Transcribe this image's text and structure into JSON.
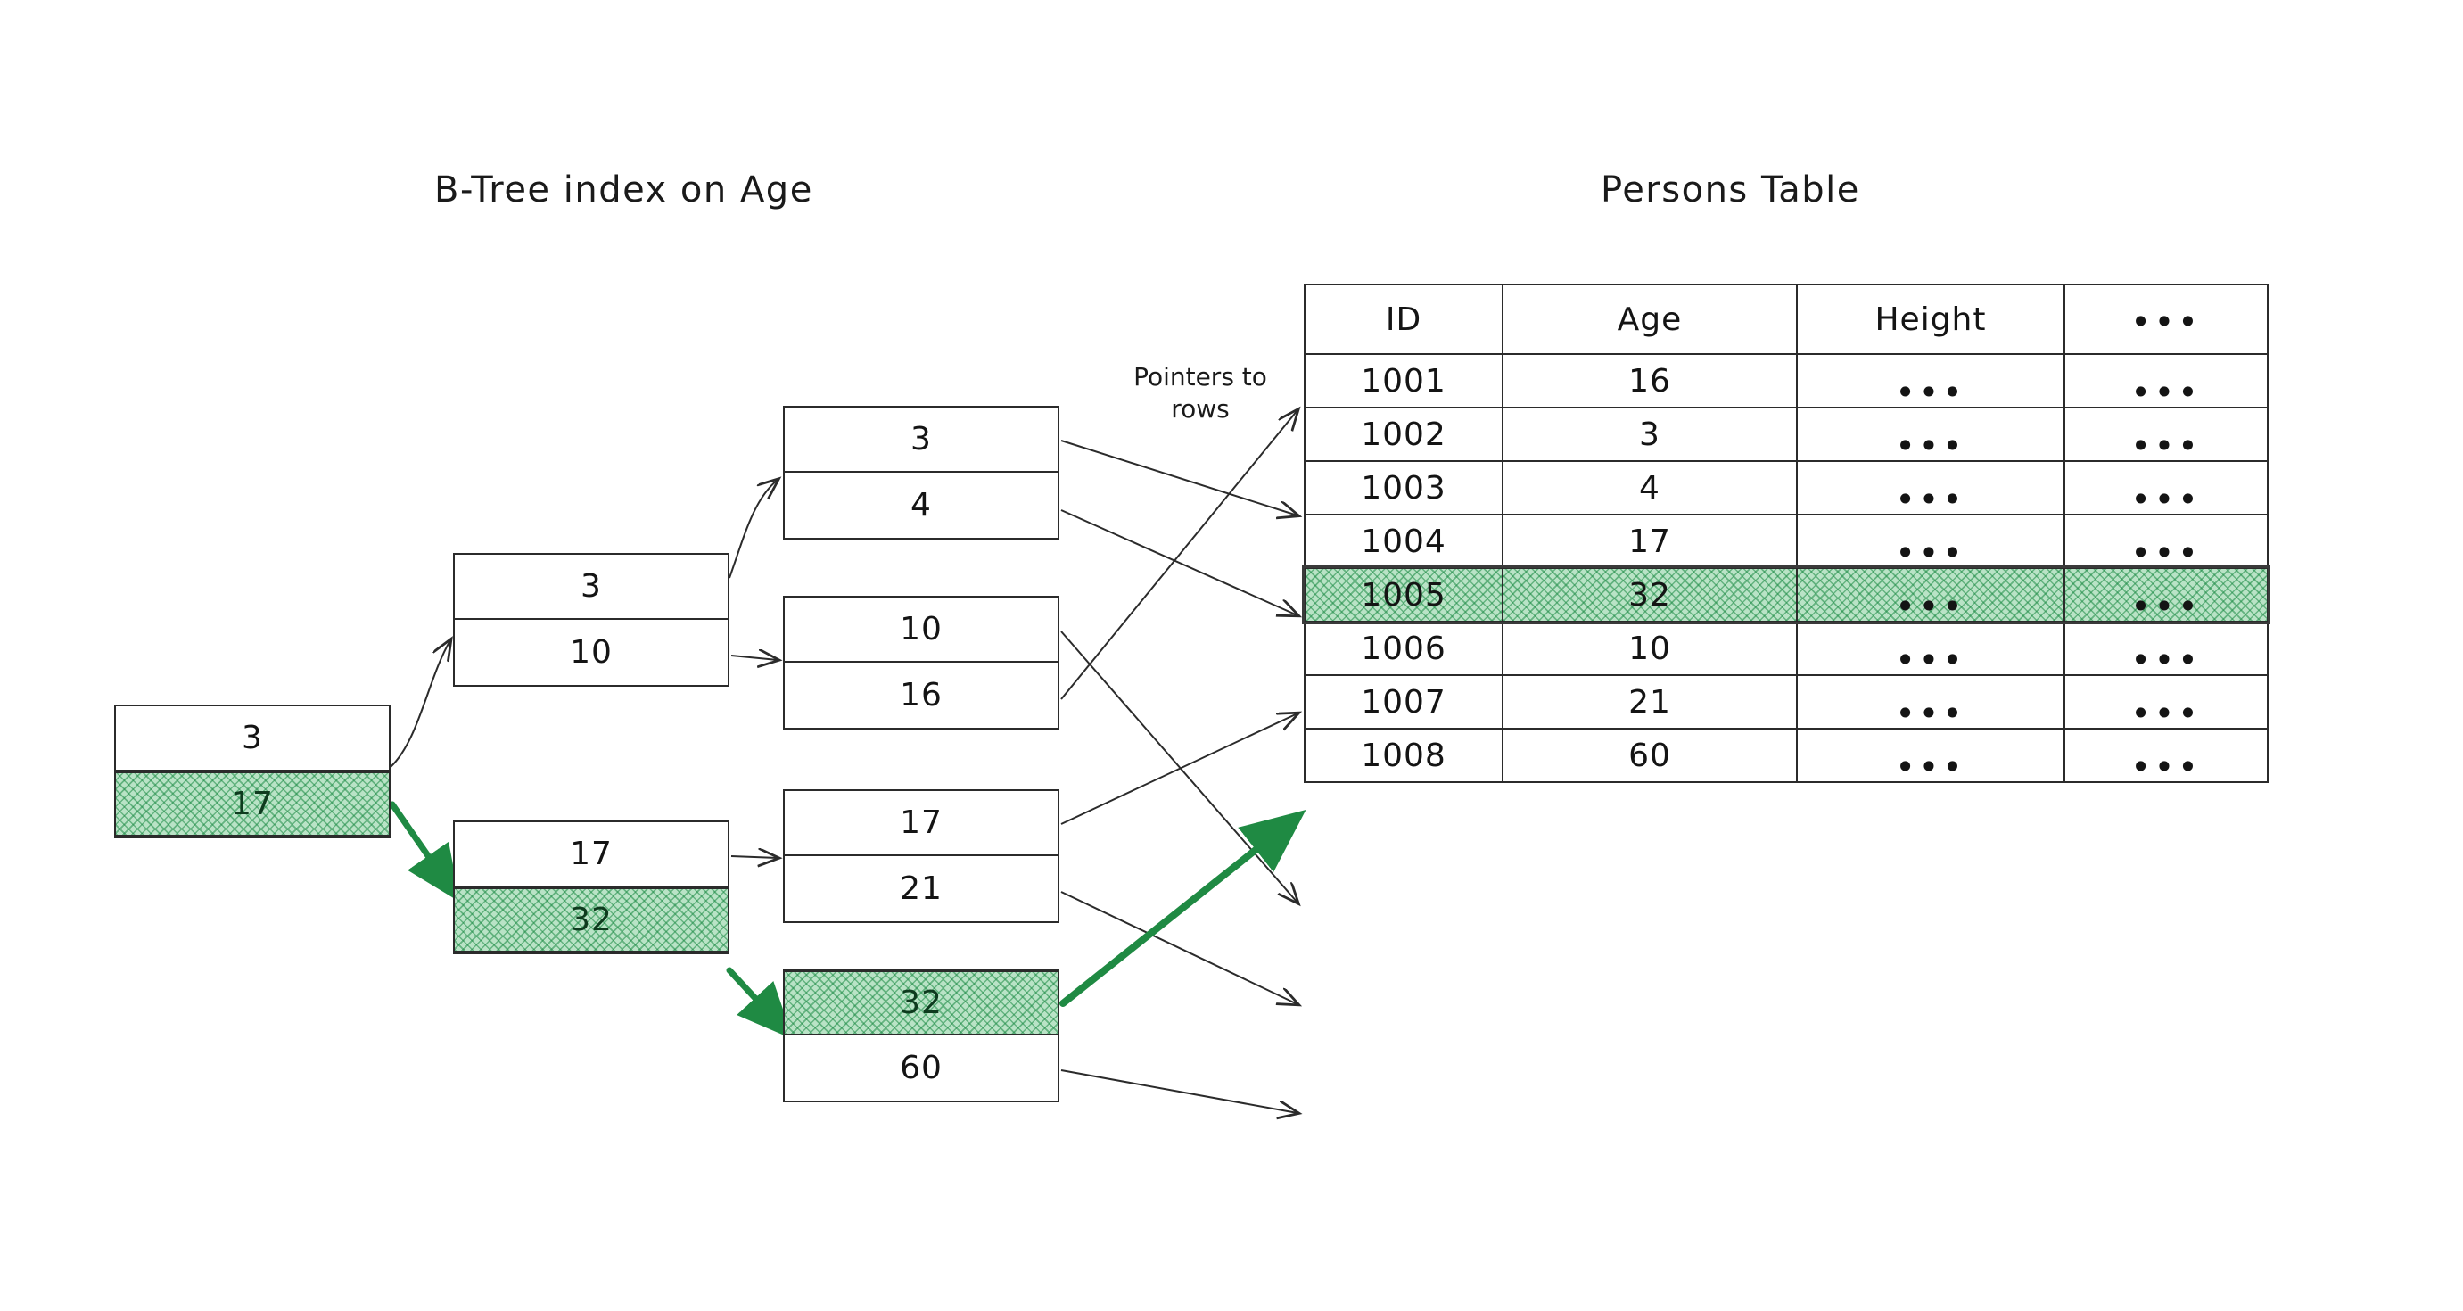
{
  "titles": {
    "btree": "B-Tree index on Age",
    "table": "Persons Table"
  },
  "labels": {
    "pointers_line1": "Pointers to",
    "pointers_line2": "rows",
    "ellipsis": "•••"
  },
  "colors": {
    "highlight_green": "#b9e3c6",
    "highlight_hatch": "#1e8c46",
    "arrow_green": "#1f8a43",
    "stroke": "#2b2b2b"
  },
  "btree": {
    "root": {
      "name": "root-node",
      "cells": [
        {
          "value": "3",
          "highlighted": false
        },
        {
          "value": "17",
          "highlighted": true
        }
      ]
    },
    "internal": [
      {
        "name": "internal-node-left",
        "cells": [
          {
            "value": "3",
            "highlighted": false
          },
          {
            "value": "10",
            "highlighted": false
          }
        ]
      },
      {
        "name": "internal-node-right",
        "cells": [
          {
            "value": "17",
            "highlighted": false
          },
          {
            "value": "32",
            "highlighted": true
          }
        ]
      }
    ],
    "leaves": [
      {
        "name": "leaf-node-1",
        "cells": [
          {
            "value": "3",
            "highlighted": false
          },
          {
            "value": "4",
            "highlighted": false
          }
        ]
      },
      {
        "name": "leaf-node-2",
        "cells": [
          {
            "value": "10",
            "highlighted": false
          },
          {
            "value": "16",
            "highlighted": false
          }
        ]
      },
      {
        "name": "leaf-node-3",
        "cells": [
          {
            "value": "17",
            "highlighted": false
          },
          {
            "value": "21",
            "highlighted": false
          }
        ]
      },
      {
        "name": "leaf-node-4",
        "cells": [
          {
            "value": "32",
            "highlighted": true
          },
          {
            "value": "60",
            "highlighted": false
          }
        ]
      }
    ]
  },
  "persons_table": {
    "headers": [
      "ID",
      "Age",
      "Height",
      "•••"
    ],
    "rows": [
      {
        "id": "1001",
        "age": "16",
        "height": "•••",
        "more": "•••",
        "highlighted": false
      },
      {
        "id": "1002",
        "age": "3",
        "height": "•••",
        "more": "•••",
        "highlighted": false
      },
      {
        "id": "1003",
        "age": "4",
        "height": "•••",
        "more": "•••",
        "highlighted": false
      },
      {
        "id": "1004",
        "age": "17",
        "height": "•••",
        "more": "•••",
        "highlighted": false
      },
      {
        "id": "1005",
        "age": "32",
        "height": "•••",
        "more": "•••",
        "highlighted": true
      },
      {
        "id": "1006",
        "age": "10",
        "height": "•••",
        "more": "•••",
        "highlighted": false
      },
      {
        "id": "1007",
        "age": "21",
        "height": "•••",
        "more": "•••",
        "highlighted": false
      },
      {
        "id": "1008",
        "age": "60",
        "height": "•••",
        "more": "•••",
        "highlighted": false
      }
    ]
  }
}
